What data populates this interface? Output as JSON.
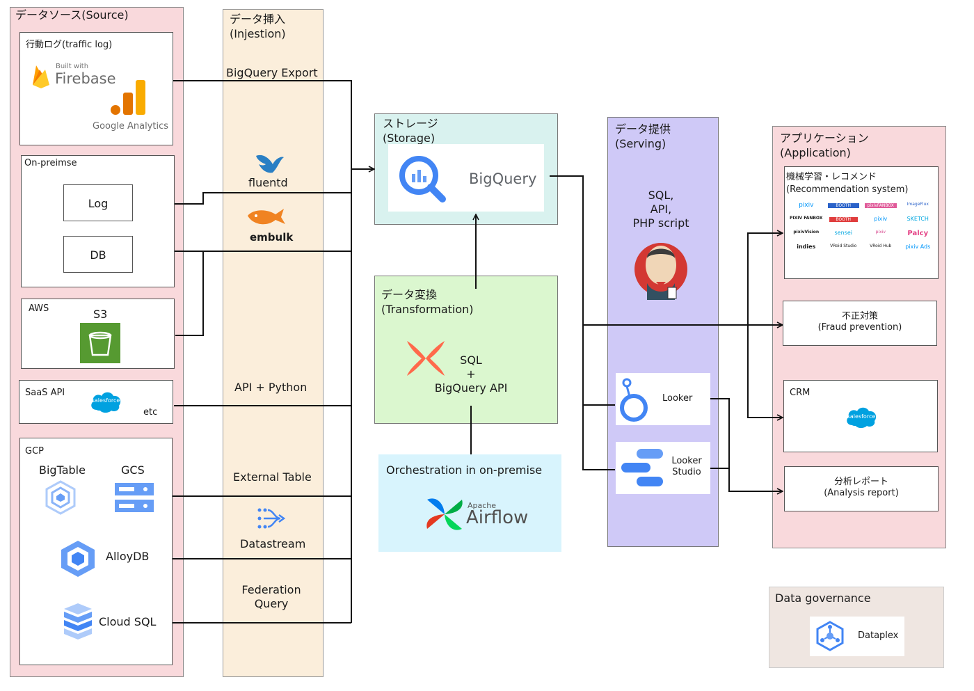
{
  "source": {
    "title": "データソース(Source)",
    "traffic_log": {
      "title": "行動ログ(traffic log)",
      "firebase_builtwith": "Built with",
      "firebase": "Firebase",
      "google_analytics": "Google Analytics"
    },
    "onpremise": {
      "title": "On-preimse",
      "log": "Log",
      "db": "DB"
    },
    "aws": {
      "title": "AWS",
      "s3": "S3"
    },
    "saas": {
      "title": "SaaS API",
      "salesforce": "salesforce",
      "etc": "etc"
    },
    "gcp": {
      "title": "GCP",
      "bigtable": "BigTable",
      "gcs": "GCS",
      "alloydb": "AlloyDB",
      "cloudsql": "Cloud SQL"
    }
  },
  "injection": {
    "title": "データ挿入\n(Injestion)",
    "bigquery_export": "BigQuery Export",
    "fluentd": "fluentd",
    "embulk": "embulk",
    "api_python": "API + Python",
    "external_table": "External Table",
    "datastream": "Datastream",
    "federation_query": "Federation\nQuery"
  },
  "storage": {
    "title": "ストレージ\n(Storage)",
    "bigquery": "BigQuery"
  },
  "transformation": {
    "title": "データ変換\n(Transformation)",
    "sql": "SQL\n+\nBigQuery API"
  },
  "orchestration": {
    "title": "Orchestration in on-premise",
    "apache": "Apache",
    "airflow": "Airflow"
  },
  "serving": {
    "title": "データ提供\n(Serving)",
    "methods": "SQL,\nAPI,\nPHP script",
    "looker": "Looker",
    "looker_studio": "Looker\nStudio"
  },
  "application": {
    "title": "アプリケーション\n(Application)",
    "recommend_title": "機械学習・レコメンド\n(Recommendation system)",
    "services": [
      "pixiv",
      "BOOTH",
      "pixivFANBOX",
      "ImageFlux",
      "PIXIV FANBOX",
      "BOOTH",
      "pixiv",
      "SKETCH",
      "pixivVision",
      "sensei",
      "pixiv",
      "Palcy",
      "indies",
      "VRoid Studio",
      "VRoid Hub",
      "pixiv Ads"
    ],
    "fraud": "不正対策\n(Fraud prevention)",
    "crm": "CRM",
    "crm_salesforce": "salesforce",
    "report": "分析レポート\n(Analysis report)"
  },
  "governance": {
    "title": "Data governance",
    "dataplex": "Dataplex"
  },
  "colors": {
    "line": "#111111",
    "source_bg": "#f9d9dc",
    "inject_bg": "#fbeedb",
    "storage_bg": "#d9f2ef",
    "transform_bg": "#dbf7cf",
    "serving_bg": "#cfc9f7"
  }
}
